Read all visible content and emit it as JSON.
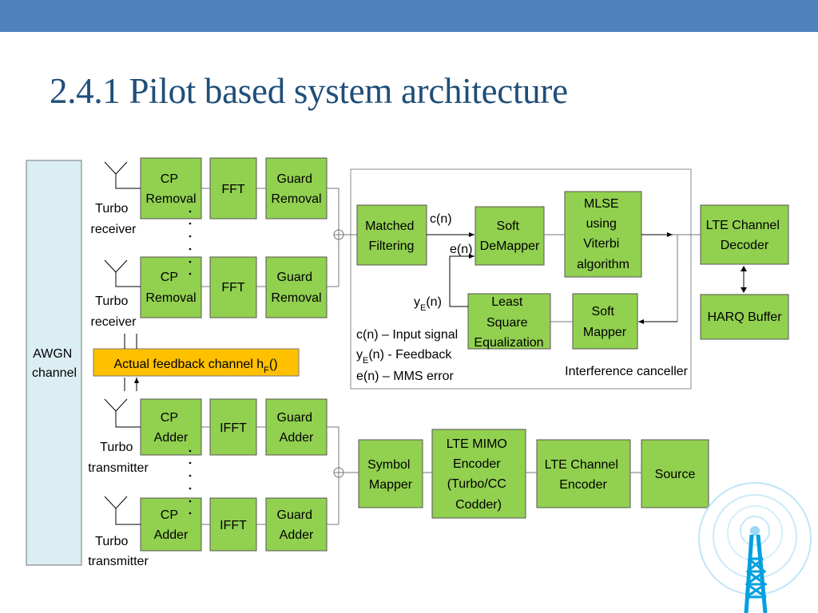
{
  "slide": {
    "title": "2.4.1 Pilot based system architecture"
  },
  "diagram": {
    "awgn": [
      "AWGN",
      "channel"
    ],
    "receivers": [
      {
        "cp": [
          "CP",
          "Removal"
        ],
        "fft": "FFT",
        "guard": [
          "Guard",
          "Removal"
        ],
        "label": [
          "Turbo",
          "receiver"
        ]
      },
      {
        "cp": [
          "CP",
          "Removal"
        ],
        "fft": "FFT",
        "guard": [
          "Guard",
          "Removal"
        ],
        "label": [
          "Turbo",
          "receiver"
        ]
      }
    ],
    "transmitters": [
      {
        "cp": [
          "CP",
          "Adder"
        ],
        "ifft": "IFFT",
        "guard": [
          "Guard",
          "Adder"
        ],
        "label": [
          "Turbo",
          "transmitter"
        ]
      },
      {
        "cp": [
          "CP",
          "Adder"
        ],
        "ifft": "IFFT",
        "guard": [
          "Guard",
          "Adder"
        ],
        "label": [
          "Turbo",
          "transmitter"
        ]
      }
    ],
    "feedback_channel": {
      "main": "Actual feedback channel h",
      "sub": "F",
      "tail": "()"
    },
    "canceller": {
      "matched_filtering": [
        "Matched",
        "Filtering"
      ],
      "soft_demapper": [
        "Soft",
        "DeMapper"
      ],
      "mlse": [
        "MLSE",
        "using",
        "Viterbi",
        "algorithm"
      ],
      "lse": [
        "Least",
        "Square",
        "Equalization"
      ],
      "soft_mapper": [
        "Soft",
        "Mapper"
      ],
      "label": "Interference canceller",
      "signal_cn": "c(n)",
      "signal_en": "e(n)",
      "signal_ye": {
        "main": "y",
        "sub": "E",
        "tail": "(n)"
      },
      "legend": [
        {
          "main": "c(n) – Input signal",
          "sub": "",
          "tail": ""
        },
        {
          "main": "y",
          "sub": "E",
          "tail": "(n) - Feedback"
        },
        {
          "main": "e(n) – MMS error",
          "sub": "",
          "tail": ""
        }
      ]
    },
    "lte_channel_decoder": [
      "LTE Channel",
      "Decoder"
    ],
    "harq_buffer": "HARQ Buffer",
    "tx_chain": {
      "symbol_mapper": [
        "Symbol",
        "Mapper"
      ],
      "mimo_encoder": [
        "LTE MIMO",
        "Encoder",
        "(Turbo/CC",
        "Codder)"
      ],
      "channel_encoder": [
        "LTE Channel",
        "Encoder"
      ],
      "source": "Source"
    },
    "colors": {
      "block_fill": "#92d050",
      "awgn_fill": "#daeef3",
      "feedback_fill": "#ffc000",
      "accent": "#4f81bd",
      "title": "#1f4e79",
      "tower": "#00a0e0"
    },
    "icons": [
      "antenna-icon",
      "combiner-icon",
      "radio-tower-icon"
    ]
  }
}
